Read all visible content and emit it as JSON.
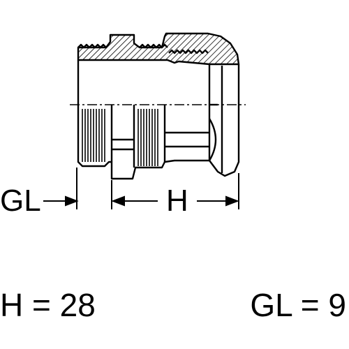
{
  "dimensions": {
    "gl_label": "GL",
    "h_label": "H"
  },
  "specs": {
    "h_value": "H = 28",
    "gl_value": "GL = 9"
  },
  "colors": {
    "stroke": "#000000",
    "background": "#ffffff"
  }
}
